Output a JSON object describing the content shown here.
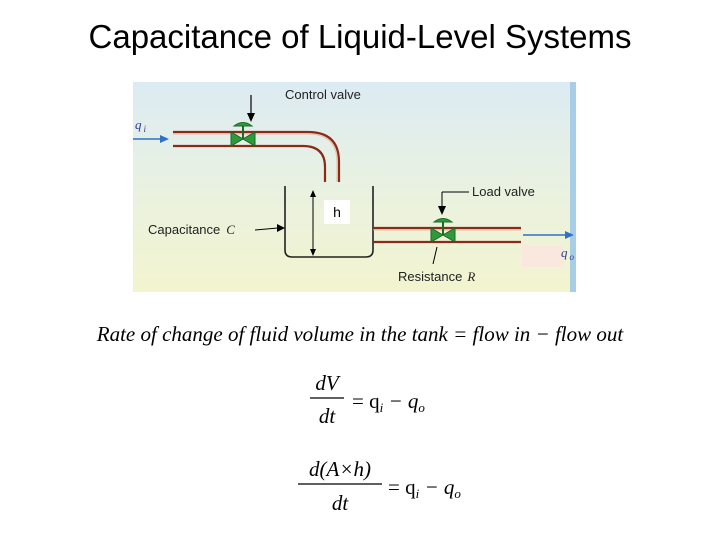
{
  "slide": {
    "title": "Capacitance of Liquid-Level Systems"
  },
  "diagram": {
    "labels": {
      "control_valve": "Control valve",
      "load_valve": "Load valve",
      "capacitance_text": "Capacitance",
      "capacitance_symbol": "C",
      "resistance_text": "Resistance",
      "resistance_symbol": "R",
      "inflow_symbol": "q",
      "inflow_subscript": "i",
      "outflow_symbol": "q",
      "outflow_subscript": "o",
      "height": "h"
    }
  },
  "equations": {
    "rate_statement": "Rate of  change of  fluid  volume in the tank = flow in − flow out",
    "eq1_numerator": "dV",
    "eq1_denominator": "dt",
    "eq1_rhs": "= q",
    "eq1_rhs_i": "i",
    "eq1_rhs_minus": " − q",
    "eq1_rhs_o": "o",
    "eq2_numerator": "d(A×h)",
    "eq2_denominator": "dt",
    "eq2_rhs": "= q",
    "eq2_rhs_i": "i",
    "eq2_rhs_minus": " − q",
    "eq2_rhs_o": "o"
  }
}
